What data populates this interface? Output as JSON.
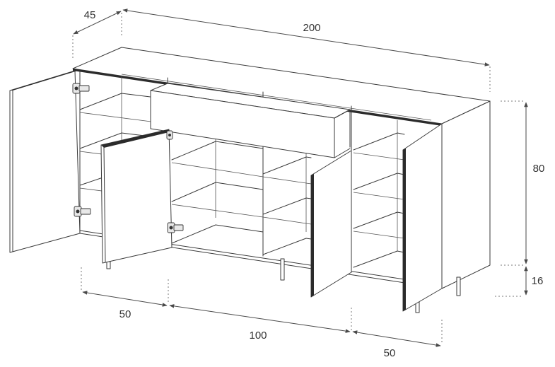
{
  "dimensions": {
    "depth": "45",
    "width": "200",
    "height": "80",
    "leg_height": "16",
    "left_section": "50",
    "middle_section": "100",
    "right_section": "50"
  }
}
